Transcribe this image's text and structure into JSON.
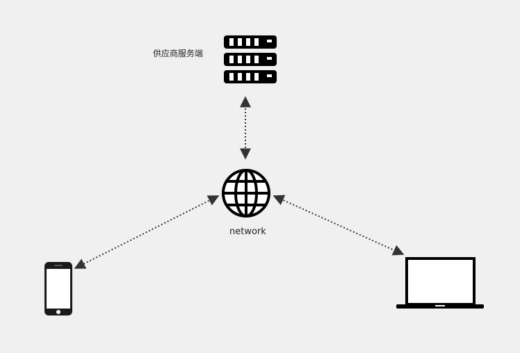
{
  "nodes": {
    "server": {
      "label": "供应商服务端",
      "icon": "server-rack-icon"
    },
    "network": {
      "label": "network",
      "icon": "globe-icon"
    },
    "phone": {
      "label": "",
      "icon": "smartphone-icon"
    },
    "laptop": {
      "label": "",
      "icon": "laptop-icon"
    }
  },
  "edges": [
    {
      "from": "network",
      "to": "server",
      "style": "dotted",
      "arrows": "both"
    },
    {
      "from": "network",
      "to": "phone",
      "style": "dotted",
      "arrows": "both"
    },
    {
      "from": "network",
      "to": "laptop",
      "style": "dotted",
      "arrows": "both"
    }
  ],
  "colors": {
    "background": "#f0f0f0",
    "icon": "#000000",
    "line": "#333333"
  }
}
